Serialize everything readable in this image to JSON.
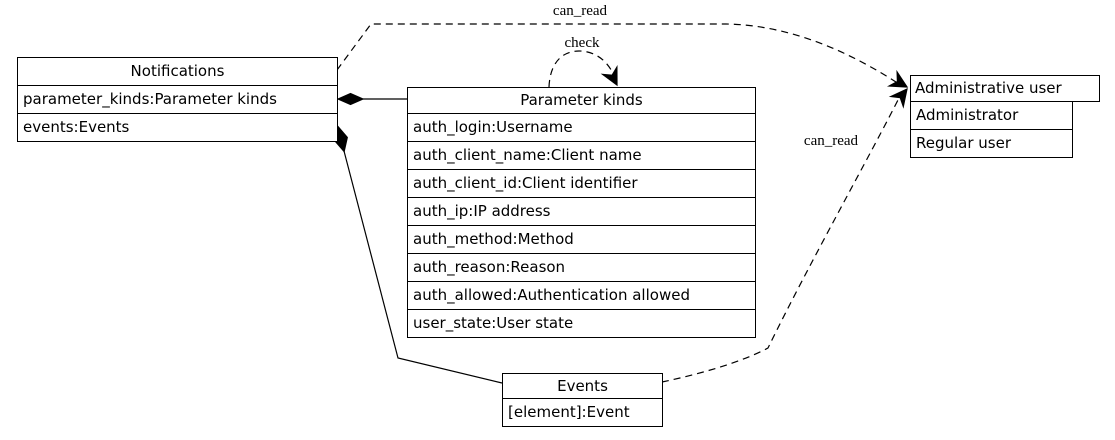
{
  "diagram": {
    "kind": "uml-class-diagram",
    "colors": {
      "background": "#ffffff",
      "stroke": "#000000",
      "text": "#000000"
    },
    "nodes": {
      "notifications": {
        "title": "Notifications",
        "attributes": [
          "parameter_kinds:Parameter kinds",
          "events:Events"
        ]
      },
      "parameter_kinds": {
        "title": "Parameter kinds",
        "attributes": [
          "auth_login:Username",
          "auth_client_name:Client name",
          "auth_client_id:Client identifier",
          "auth_ip:IP address",
          "auth_method:Method",
          "auth_reason:Reason",
          "auth_allowed:Authentication allowed",
          "user_state:User state"
        ]
      },
      "administrative_user": {
        "title": "Administrative user",
        "attributes": [
          "Administrator",
          "Regular user"
        ]
      },
      "events": {
        "title": "Events",
        "attributes": [
          "[element]:Event"
        ]
      }
    },
    "edges": {
      "can_read_top": {
        "label": "can_read",
        "from": "Notifications",
        "to": "Administrative user",
        "style": "dashed",
        "head": "vee"
      },
      "check_self": {
        "label": "check",
        "from": "Parameter kinds",
        "to": "Parameter kinds",
        "style": "dashed",
        "head": "vee"
      },
      "can_read_bottom": {
        "label": "can_read",
        "from": "Events",
        "to": "Administrative user",
        "style": "dashed",
        "head": "vee"
      },
      "parameter_kinds_composition": {
        "from": "Notifications.parameter_kinds",
        "to": "Parameter kinds",
        "style": "solid",
        "tail": "filled-diamond"
      },
      "events_composition": {
        "from": "Notifications.events",
        "to": "Events",
        "style": "solid",
        "tail": "filled-diamond"
      }
    }
  }
}
